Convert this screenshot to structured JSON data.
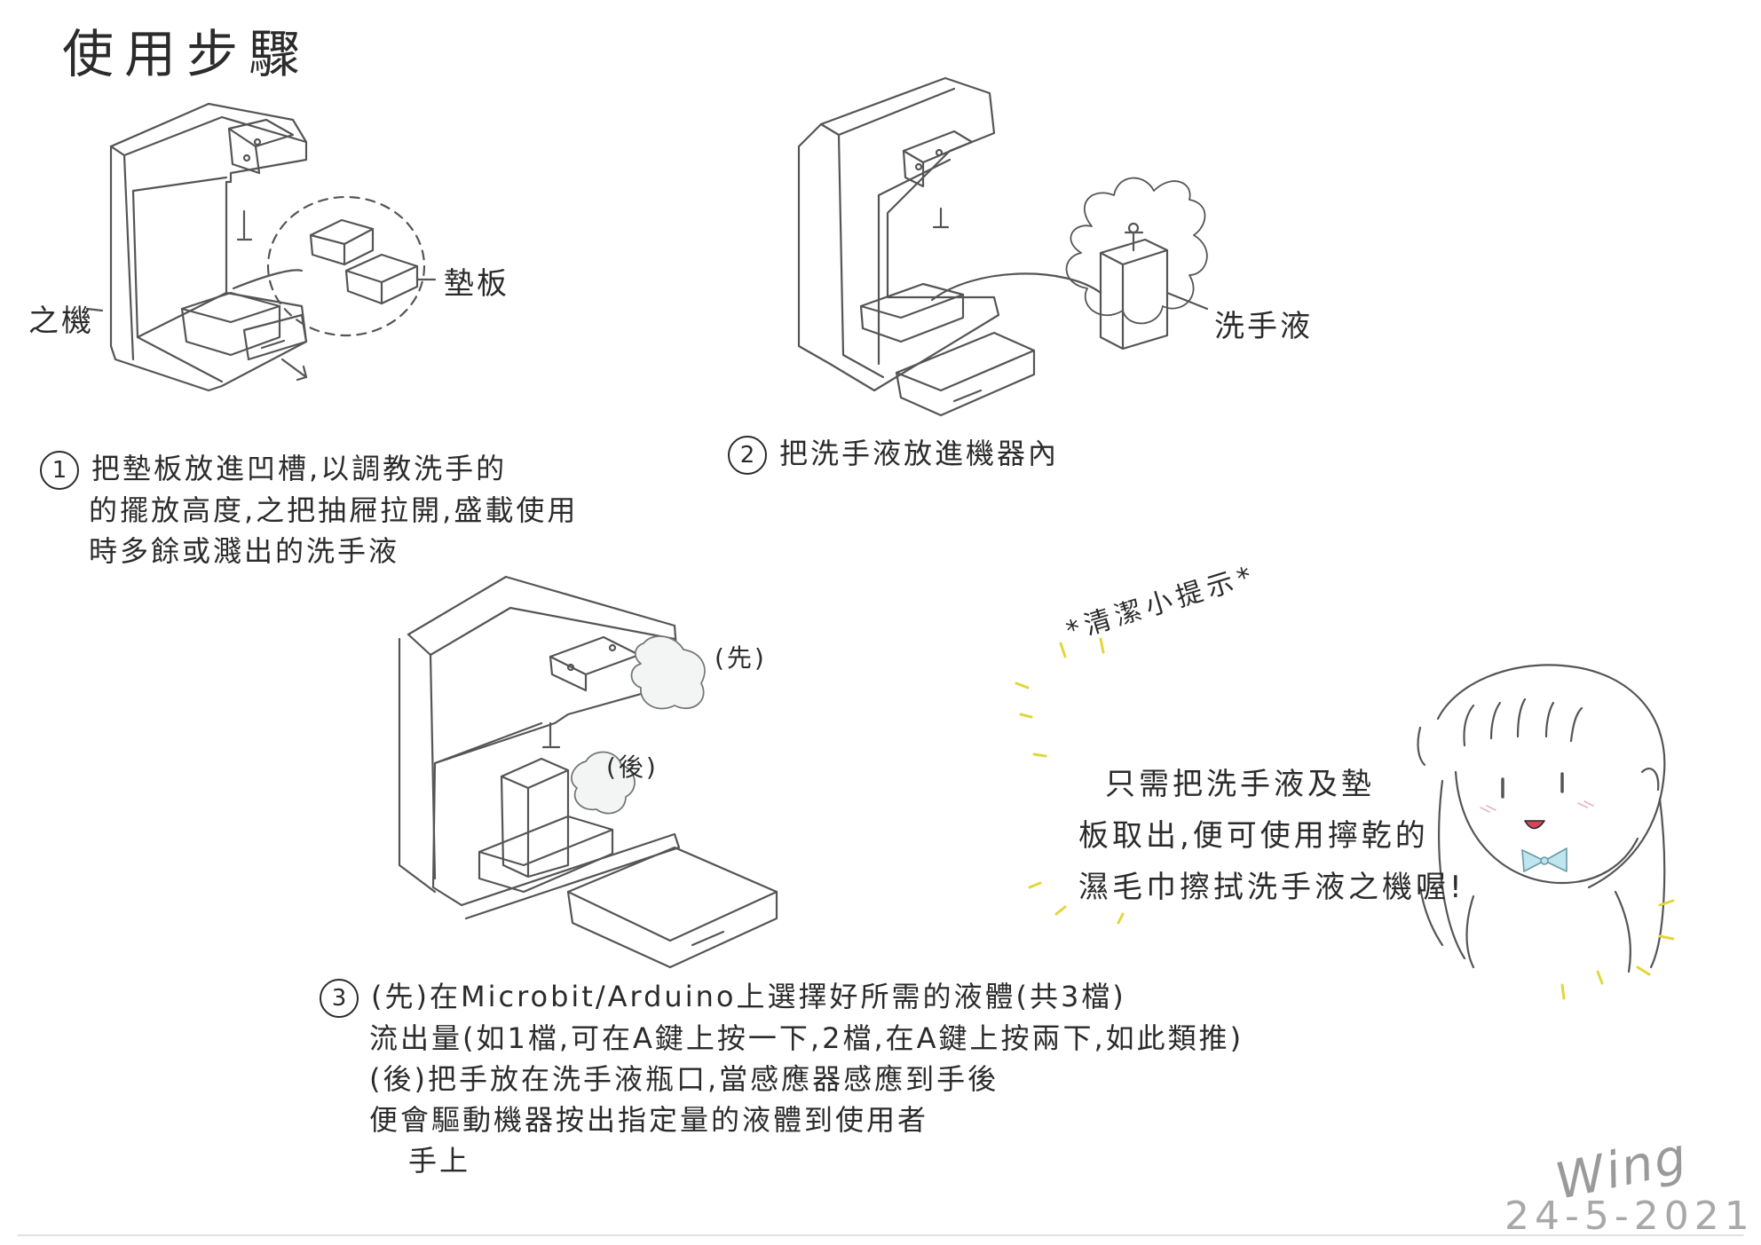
{
  "title": "使用步驟",
  "diagram1": {
    "label_machine": "之機",
    "label_pad": "墊板"
  },
  "diagram2": {
    "label_soap": "洗手液"
  },
  "diagram3": {
    "label_first": "(先)",
    "label_after": "(後)"
  },
  "steps": [
    {
      "number": "1",
      "lines": [
        "把墊板放進凹槽,以調教洗手的",
        "的擺放高度,之把抽屜拉開,盛載使用",
        "時多餘或濺出的洗手液"
      ]
    },
    {
      "number": "2",
      "lines": [
        "把洗手液放進機器內"
      ]
    },
    {
      "number": "3",
      "lines": [
        "(先)在Microbit/Arduino上選擇好所需的液體(共3檔)",
        "流出量(如1檔,可在A鍵上按一下,2檔,在A鍵上按兩下,如此類推)",
        "(後)把手放在洗手液瓶口,當感應器感應到手後",
        "便會驅動機器按出指定量的液體到使用者",
        "手上"
      ]
    }
  ],
  "tips": {
    "title": "*清潔小提示*",
    "lines": [
      "只需把洗手液及墊",
      "板取出,便可使用擰乾的",
      "濕毛巾擦拭洗手液之機喔!"
    ]
  },
  "signature": "Wing",
  "date": "24-5-2021",
  "colors": {
    "ink": "#2b2b2b",
    "pencil": "#555555",
    "bow": "#bfe6ee",
    "mouth": "#d9435a",
    "sparkle": "#e3d63a"
  }
}
